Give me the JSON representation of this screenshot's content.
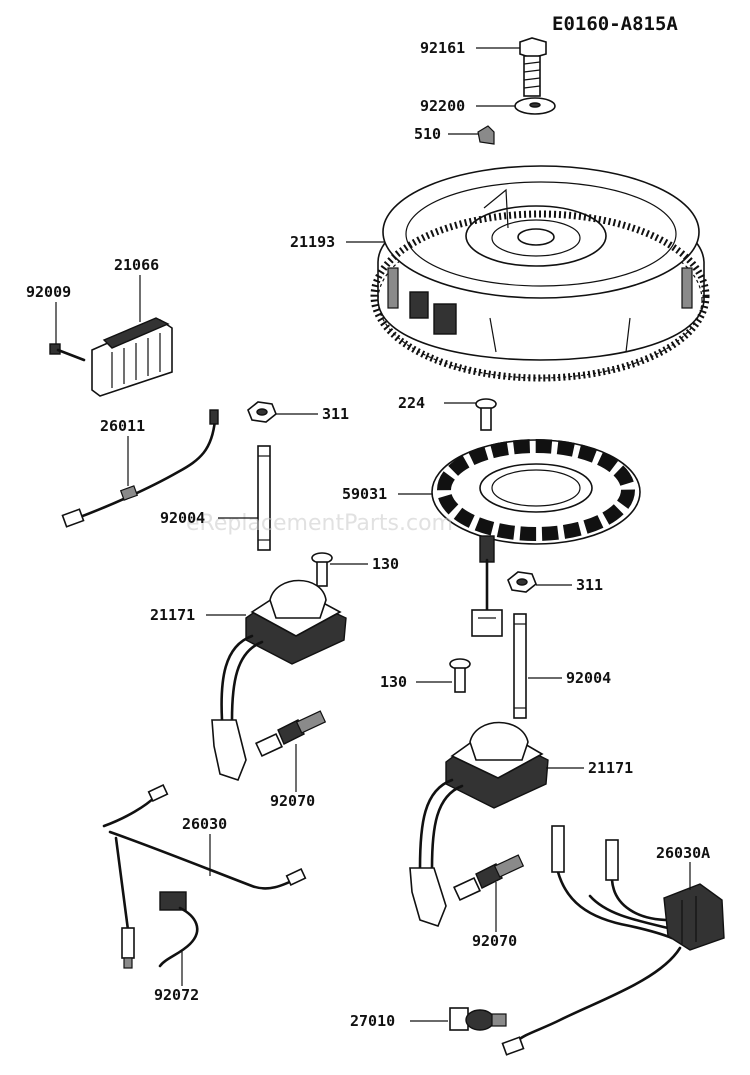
{
  "diagram_code": "E0160-A815A",
  "watermark": "eReplacementParts.com",
  "callouts": [
    {
      "id": "c-92161",
      "label": "92161"
    },
    {
      "id": "c-92200",
      "label": "92200"
    },
    {
      "id": "c-510",
      "label": "510"
    },
    {
      "id": "c-21193",
      "label": "21193"
    },
    {
      "id": "c-21066",
      "label": "21066"
    },
    {
      "id": "c-92009",
      "label": "92009"
    },
    {
      "id": "c-311a",
      "label": "311"
    },
    {
      "id": "c-224",
      "label": "224"
    },
    {
      "id": "c-26011",
      "label": "26011"
    },
    {
      "id": "c-59031",
      "label": "59031"
    },
    {
      "id": "c-92004a",
      "label": "92004"
    },
    {
      "id": "c-130a",
      "label": "130"
    },
    {
      "id": "c-311b",
      "label": "311"
    },
    {
      "id": "c-21171a",
      "label": "21171"
    },
    {
      "id": "c-130b",
      "label": "130"
    },
    {
      "id": "c-92004b",
      "label": "92004"
    },
    {
      "id": "c-21171b",
      "label": "21171"
    },
    {
      "id": "c-92070a",
      "label": "92070"
    },
    {
      "id": "c-26030",
      "label": "26030"
    },
    {
      "id": "c-26030A",
      "label": "26030A"
    },
    {
      "id": "c-92070b",
      "label": "92070"
    },
    {
      "id": "c-92072",
      "label": "92072"
    },
    {
      "id": "c-27010",
      "label": "27010"
    }
  ]
}
